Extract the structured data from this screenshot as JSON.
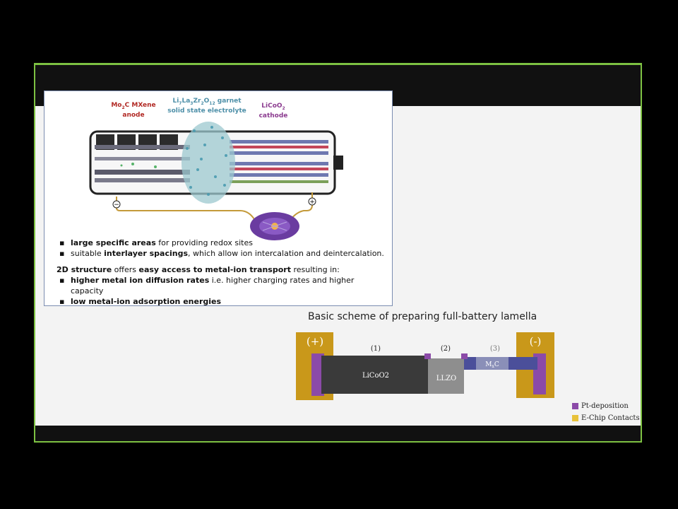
{
  "diagram": {
    "labels": {
      "anode": "Mo₂C MXene\nanode",
      "electrolyte_line1": "Li₇La₃Zr₂O₁₂ garnet",
      "electrolyte_line2": "solid state electrolyte",
      "cathode_line1": "LiCoO₂",
      "cathode_line2": "cathode",
      "minus": "−",
      "plus": "+"
    }
  },
  "bullets": {
    "b1_bold": "large specific areas",
    "b1_rest": " for providing redox sites",
    "b2_pre": "suitable ",
    "b2_bold": "interlayer spacings",
    "b2_rest": ", which allow ion intercalation and deintercalation.",
    "p_bold1": "2D structure",
    "p_mid": " offers ",
    "p_bold2": "easy access to metal-ion transport",
    "p_rest": " resulting in:",
    "b3_bold": "higher metal ion diffusion rates",
    "b3_rest": " i.e. higher charging rates and higher capacity",
    "b4_bold": "low metal-ion adsorption energies"
  },
  "scheme": {
    "title": "Basic scheme of preparing full-battery lamella",
    "plus": "(+)",
    "minus": "(-)",
    "step1": "(1)",
    "step2": "(2)",
    "step3": "(3)",
    "licoo2": "LiCoO2",
    "llzo": "LLZO",
    "mxc_main": "M",
    "mxc_sub": "x",
    "mxc_end": "C"
  },
  "legend": {
    "pt": "Pt-deposition",
    "echip": "E-Chip Contacts",
    "pt_color": "#8b4aa8",
    "echip_color": "#e8c23a"
  },
  "colors": {
    "frame": "#7dc142",
    "anode_label": "#b22a25",
    "electrolyte_label": "#4d8fa8",
    "cathode_label": "#8b3b8f",
    "gold": "#c9981a",
    "purple": "#8b4aa8"
  }
}
